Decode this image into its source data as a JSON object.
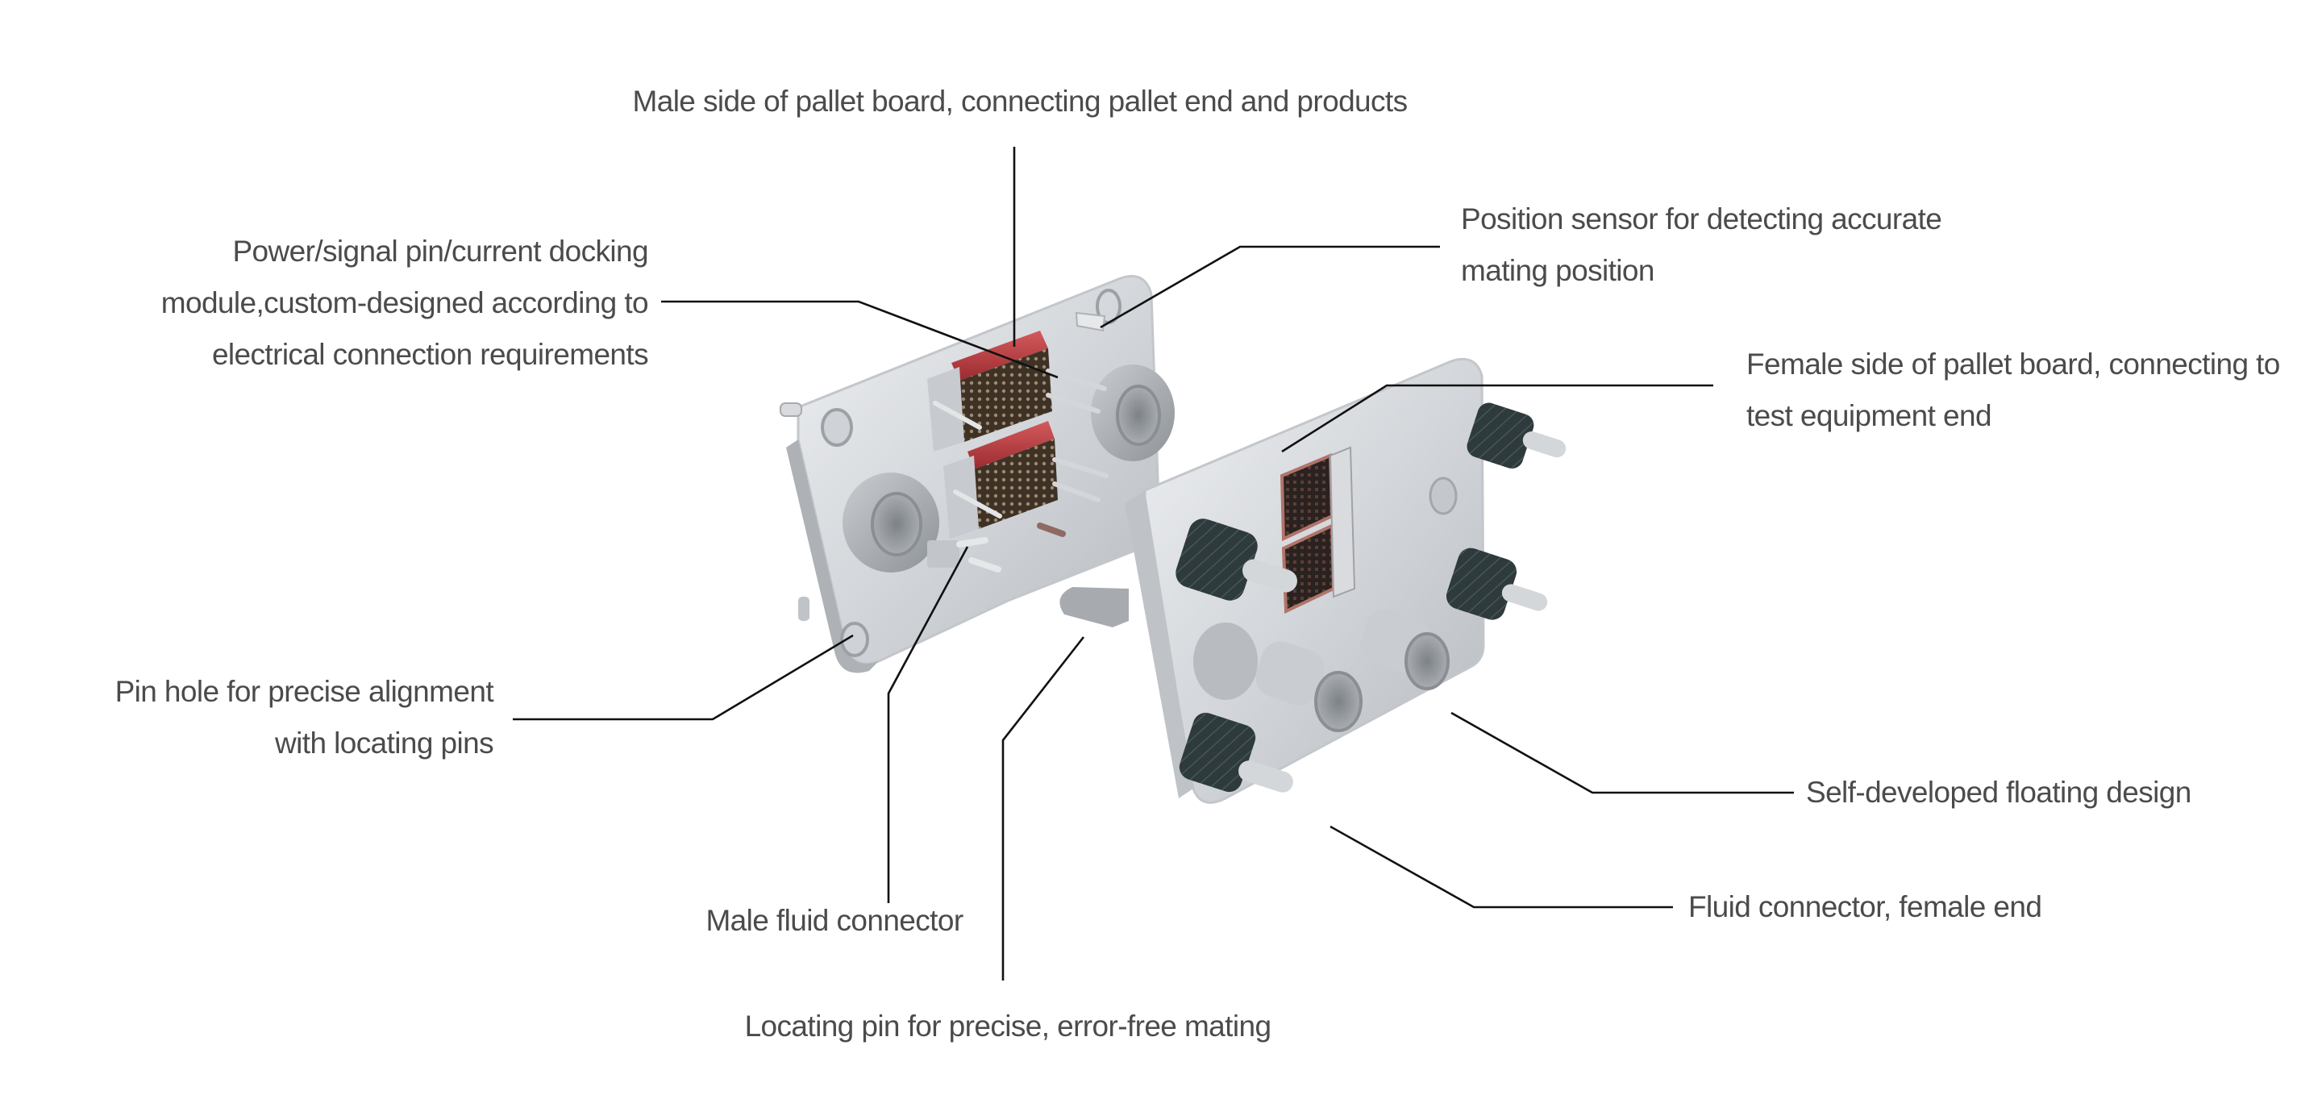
{
  "diagram": {
    "subject": "Pallet board connector assembly (male and female sides)",
    "colors": {
      "text": "#4b4b4b",
      "leader_line": "#111111",
      "plate_metal": "#d6d8db",
      "connector_red": "#b8353a",
      "pin_block": "#4a3a2c",
      "knurled_grip": "#2f3b3d"
    },
    "callouts": [
      {
        "id": "male-side",
        "lines": [
          "Male side of pallet board, connecting pallet end and products"
        ]
      },
      {
        "id": "power-signal",
        "lines": [
          "Power/signal pin/current docking",
          "module,custom-designed according to",
          "electrical connection requirements"
        ]
      },
      {
        "id": "position-sensor",
        "lines": [
          "Position sensor for detecting accurate",
          "mating position"
        ]
      },
      {
        "id": "female-side",
        "lines": [
          "Female side of pallet board, connecting to",
          "test equipment end"
        ]
      },
      {
        "id": "pin-hole",
        "lines": [
          "Pin hole for precise alignment",
          "with locating pins"
        ]
      },
      {
        "id": "male-fluid",
        "lines": [
          "Male fluid connector"
        ]
      },
      {
        "id": "locating-pin",
        "lines": [
          "Locating pin for precise, error-free mating"
        ]
      },
      {
        "id": "floating-design",
        "lines": [
          "Self-developed floating design"
        ]
      },
      {
        "id": "fluid-female",
        "lines": [
          "Fluid connector, female end"
        ]
      }
    ]
  }
}
